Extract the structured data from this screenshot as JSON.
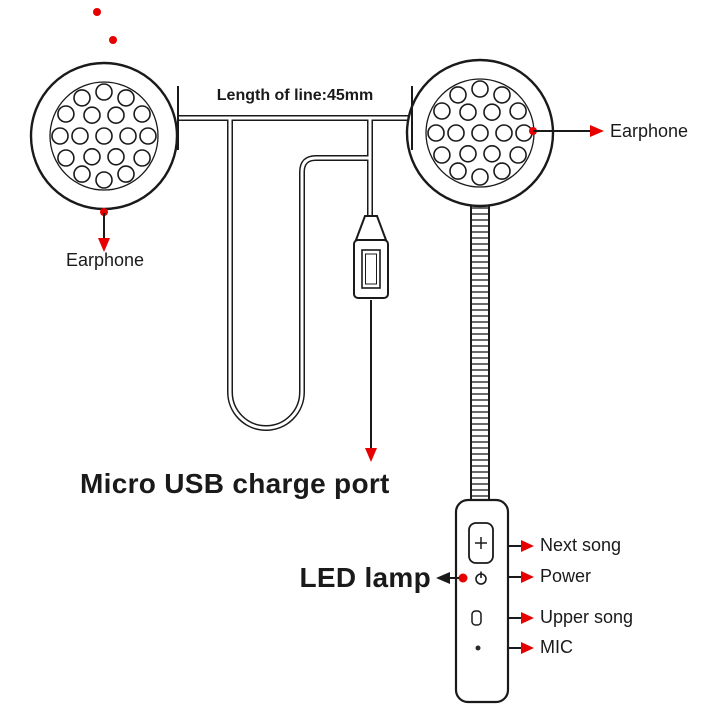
{
  "diagram": {
    "dimension_label": "Length of line:45mm",
    "left_earphone": {
      "label": "Earphone"
    },
    "right_earphone": {
      "label": "Earphone"
    },
    "usb": {
      "label": "Micro USB charge port"
    },
    "led": {
      "label": "LED lamp"
    },
    "controls": [
      {
        "label": "Next song"
      },
      {
        "label": "Power"
      },
      {
        "label": "Upper song"
      },
      {
        "label": "MIC"
      }
    ],
    "colors": {
      "accent_red": "#e60000",
      "line": "#1a1a1a",
      "background": "#ffffff"
    }
  }
}
